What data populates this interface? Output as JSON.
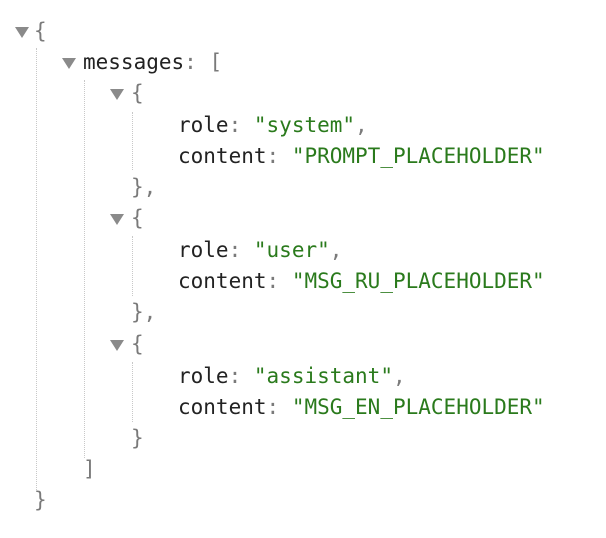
{
  "json_viewer": {
    "root_open": "{",
    "root_close": "}",
    "array_key": "messages",
    "colon": ":",
    "array_open": "[",
    "array_close": "]",
    "object_open": "{",
    "object_close": "}",
    "comma": ",",
    "role_key": "role",
    "content_key": "content",
    "messages": [
      {
        "role": "\"system\"",
        "content": "\"PROMPT_PLACEHOLDER\""
      },
      {
        "role": "\"user\"",
        "content": "\"MSG_RU_PLACEHOLDER\""
      },
      {
        "role": "\"assistant\"",
        "content": "\"MSG_EN_PLACEHOLDER\""
      }
    ]
  }
}
